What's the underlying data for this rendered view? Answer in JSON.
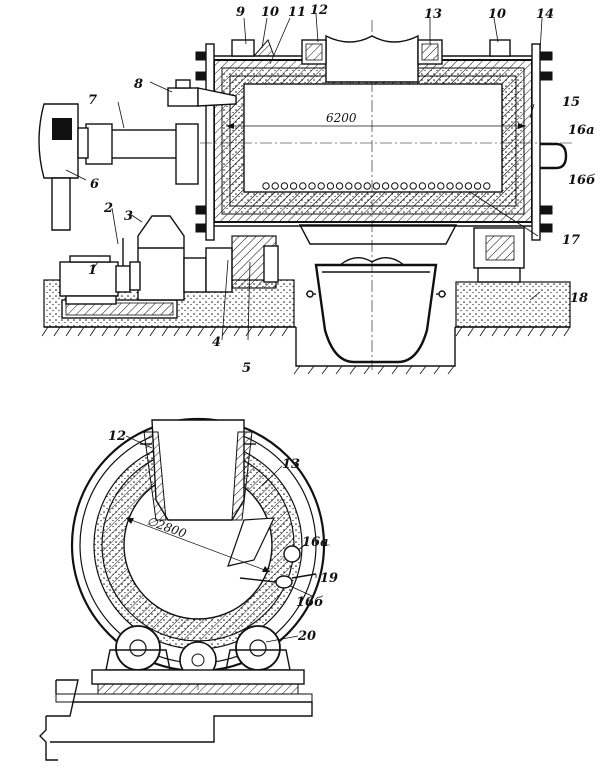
{
  "top_view": {
    "dimension": "6200",
    "labels": {
      "l1": "1",
      "l2": "2",
      "l3": "3",
      "l4": "4",
      "l5": "5",
      "l6": "6",
      "l7": "7",
      "l8": "8",
      "l9": "9",
      "l10a": "10",
      "l10b": "10",
      "l11": "11",
      "l12": "12",
      "l13": "13",
      "l14": "14",
      "l15": "15",
      "l16a": "16а",
      "l16b": "16б",
      "l17": "17",
      "l18": "18"
    }
  },
  "bottom_view": {
    "dimension": "∅2800",
    "labels": {
      "l12": "12",
      "l13": "13",
      "l16a": "16а",
      "l16b": "16б",
      "l19": "19",
      "l20": "20"
    }
  }
}
